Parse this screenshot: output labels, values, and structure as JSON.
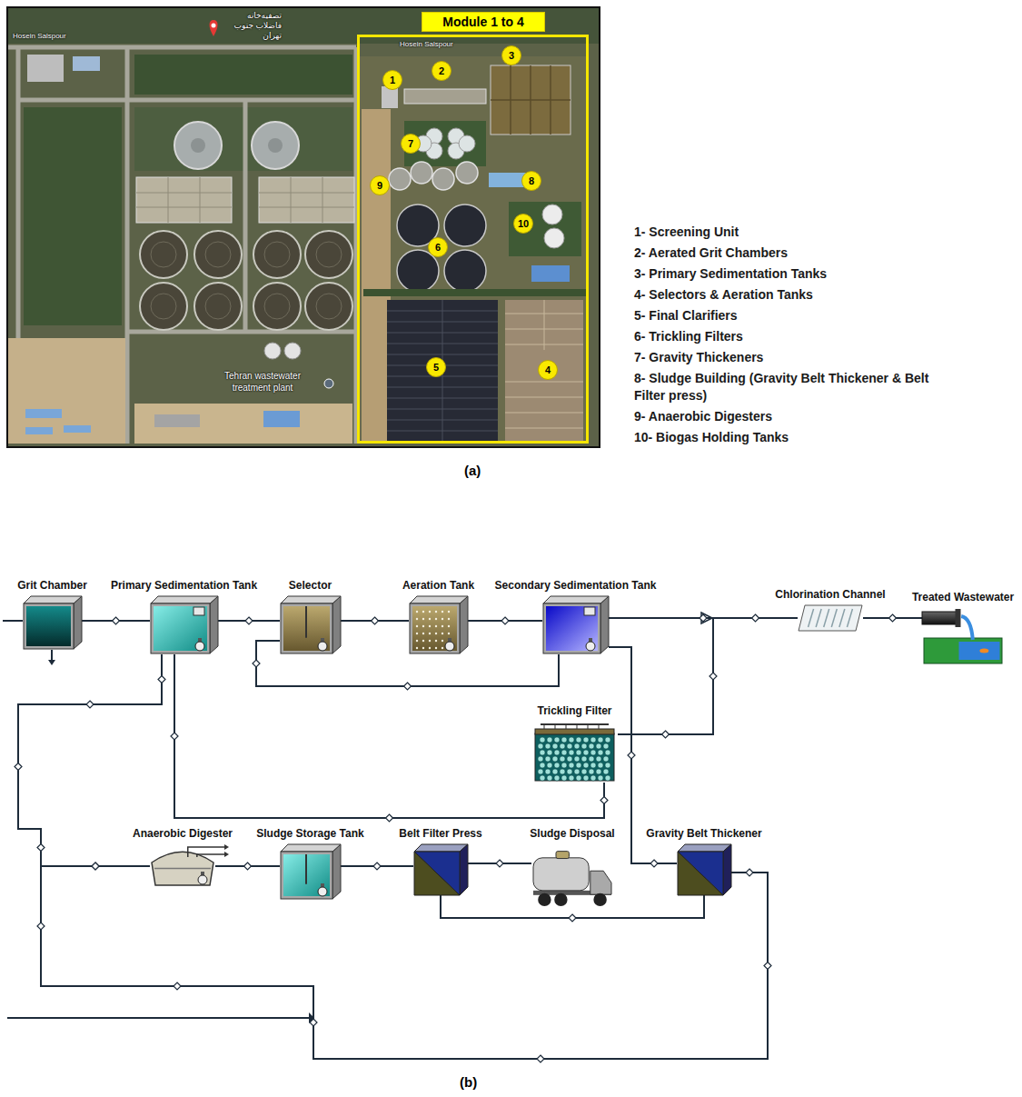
{
  "diagram": {
    "nodes": [
      {
        "text": [
          "Module 1 to 4"
        ]
      },
      {
        "text": [
          "1"
        ],
        "in": 0
      },
      {
        "text": [
          "2"
        ],
        "in": 0
      },
      {
        "text": [
          "3"
        ],
        "in": 0
      },
      {
        "text": [
          "4"
        ],
        "in": 0
      },
      {
        "text": [
          "5"
        ],
        "in": 0
      },
      {
        "text": [
          "6"
        ],
        "in": 0
      },
      {
        "text": [
          "7"
        ],
        "in": 0
      },
      {
        "text": [
          "8"
        ],
        "in": 0
      },
      {
        "text": [
          "9"
        ],
        "in": 0
      },
      {
        "text": [
          "10"
        ],
        "in": 0
      },
      {
        "text": [
          "Grit Chamber"
        ]
      },
      {
        "text": [
          "Primary Sedimentation Tank"
        ]
      },
      {
        "text": [
          "Selector"
        ]
      },
      {
        "text": [
          "Aeration Tank"
        ]
      },
      {
        "text": [
          "Secondary Sedimentation Tank"
        ]
      },
      {
        "text": [
          "Chlorination Channel"
        ]
      },
      {
        "text": [
          "Treated Wastewater"
        ]
      },
      {
        "text": [
          "Trickling Filter"
        ]
      },
      {
        "text": [
          "Anaerobic Digester"
        ]
      },
      {
        "text": [
          "Sludge Storage Tank"
        ]
      },
      {
        "text": [
          "Belt Filter Press"
        ]
      },
      {
        "text": [
          "Sludge Disposal"
        ]
      },
      {
        "text": [
          "Gravity Belt Thickener"
        ]
      }
    ],
    "edges": [
      {
        "from": 11,
        "to": 12,
        "arrow": "none"
      },
      {
        "from": 12,
        "to": 13,
        "arrow": "none"
      },
      {
        "from": 13,
        "to": 14,
        "arrow": "none"
      },
      {
        "from": 14,
        "to": 15,
        "arrow": "none"
      },
      {
        "from": 15,
        "to": 16,
        "arrow": "none"
      },
      {
        "from": 16,
        "to": 17,
        "arrow": "none"
      },
      {
        "from": 12,
        "to": 18,
        "arrow": "none"
      },
      {
        "from": 18,
        "to": 16,
        "arrow": "none"
      },
      {
        "from": 15,
        "to": 13,
        "arrow": "none"
      },
      {
        "from": 15,
        "to": 23,
        "arrow": "none"
      },
      {
        "from": 12,
        "to": 19,
        "arrow": "none"
      },
      {
        "from": 23,
        "to": 19,
        "arrow": "none"
      },
      {
        "from": 19,
        "to": 20,
        "arrow": "none"
      },
      {
        "from": 20,
        "to": 21,
        "arrow": "none"
      },
      {
        "from": 21,
        "to": 22,
        "arrow": "none"
      },
      {
        "from": 21,
        "to": 23,
        "arrow": "none"
      }
    ],
    "labels": [
      "Hosein Salspour",
      "تصفیه‌خانه فاضلاب جنوب تهران",
      "Hosein Salspour",
      "Tehran wastewater treatment plant",
      "1- Screening Unit",
      "2- Aerated Grit Chambers",
      "3- Primary Sedimentation Tanks",
      "4- Selectors & Aeration Tanks",
      "5- Final Clarifiers",
      "6- Trickling Filters",
      "7- Gravity Thickeners",
      "8- Sludge Building (Gravity Belt Thickener & Belt Filter press)",
      "9- Anaerobic Digesters",
      "10- Biogas Holding Tanks",
      "(a)",
      "(b)"
    ]
  }
}
